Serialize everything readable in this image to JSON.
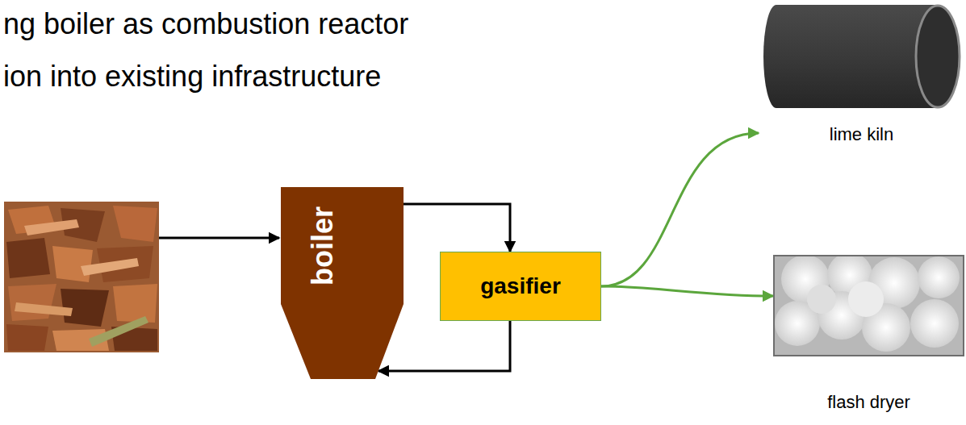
{
  "diagram": {
    "nodes": [
      {
        "text": [
          "boiler"
        ]
      },
      {
        "text": [
          "gasifier"
        ]
      },
      {
        "text": [
          "lime kiln"
        ]
      },
      {
        "text": [
          "flash dryer"
        ]
      }
    ],
    "edges": [
      {
        "from": 0,
        "to": 1,
        "arrow": "to"
      },
      {
        "from": 1,
        "to": 0,
        "arrow": "to"
      },
      {
        "from": 1,
        "to": 2,
        "arrow": "to"
      },
      {
        "from": 1,
        "to": 3,
        "arrow": "to"
      }
    ],
    "labels": [
      "ng boiler as combustion reactor",
      "ion into existing infrastructure"
    ]
  }
}
